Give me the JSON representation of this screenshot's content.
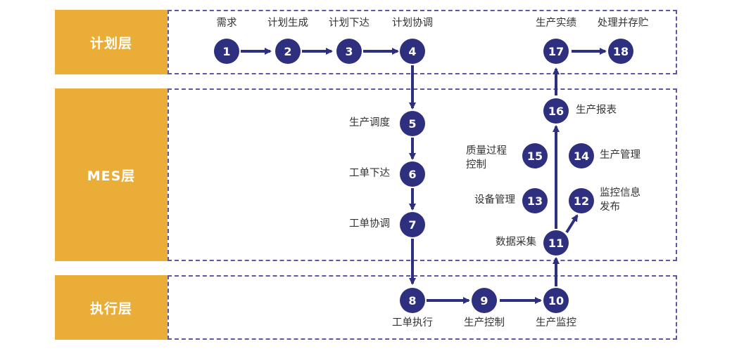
{
  "layers": {
    "plan": "计划层",
    "mes": "MES层",
    "exec": "执行层"
  },
  "nodes": [
    "1",
    "2",
    "3",
    "4",
    "5",
    "6",
    "7",
    "8",
    "9",
    "10",
    "11",
    "12",
    "13",
    "14",
    "15",
    "16",
    "17",
    "18"
  ],
  "labels": {
    "n1": "需求",
    "n2": "计划生成",
    "n3": "计划下达",
    "n4": "计划协调",
    "n5": "生产调度",
    "n6": "工单下达",
    "n7": "工单协调",
    "n8": "工单执行",
    "n9": "生产控制",
    "n10": "生产监控",
    "n11": "数据采集",
    "n12a": "监控信息",
    "n12b": "发布",
    "n13": "设备管理",
    "n14": "生产管理",
    "n15a": "质量过程",
    "n15b": "控制",
    "n16": "生产报表",
    "n17": "生产实绩",
    "n18": "处理并存贮"
  },
  "colors": {
    "node": "#2E2F7F",
    "band_label": "#E9AD38",
    "band_border": "#5B58A8"
  }
}
